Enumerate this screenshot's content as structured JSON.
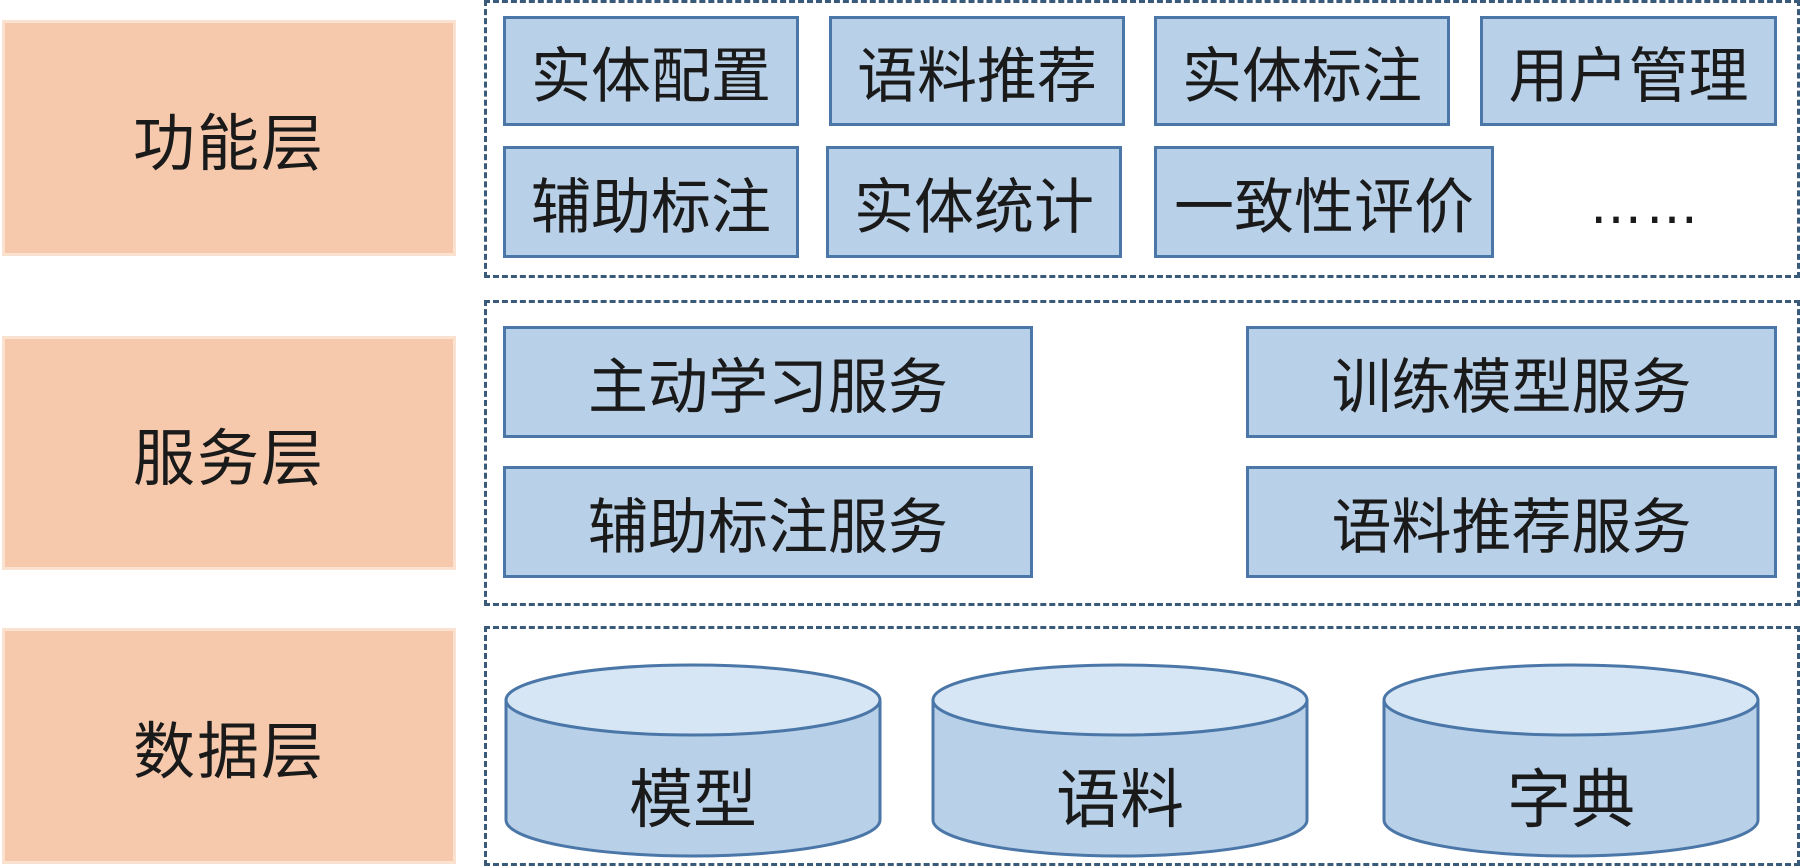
{
  "layers": {
    "function": {
      "label": "功能层",
      "items": [
        "实体配置",
        "语料推荐",
        "实体标注",
        "用户管理",
        "辅助标注",
        "实体统计",
        "一致性评价"
      ],
      "more": "……"
    },
    "service": {
      "label": "服务层",
      "items": [
        "主动学习服务",
        "训练模型服务",
        "辅助标注服务",
        "语料推荐服务"
      ]
    },
    "data": {
      "label": "数据层",
      "stores": [
        "模型",
        "语料",
        "字典"
      ]
    }
  },
  "colors": {
    "layer_fill": "#f6c9ad",
    "box_fill": "#b8d0e8",
    "box_border": "#4a76a8",
    "frame_border": "#3a5a7a",
    "cylinder_top": "#d6e6f4"
  }
}
